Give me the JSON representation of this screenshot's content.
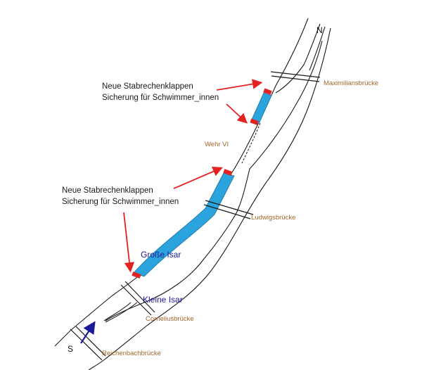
{
  "map": {
    "north_label": "N",
    "south_label": "S",
    "annotations": [
      {
        "line1": "Neue Stabrechenklappen",
        "line2": "Sicherung für Schwimmer_innen"
      },
      {
        "line1": "Neue Stabrechenklappen",
        "line2": "Sicherung für Schwimmer_innen"
      }
    ],
    "bridges": {
      "maximilian": "Maximiliansbrücke",
      "ludwig": "Ludwigsbrücke",
      "cornelius": "Corneliusbrücke",
      "reichenbach": "Reichenbachbrücke"
    },
    "weir": "Wehr VI",
    "rivers": {
      "grosse": "Große Isar",
      "kleine": "Kleine Isar"
    },
    "colors": {
      "water_highlight": "#2ba3dc",
      "arrow": "#e32222",
      "bridge_label": "#a0672a",
      "river_label": "#1a1a9a",
      "flow_arrow": "#1a1a9a"
    }
  }
}
